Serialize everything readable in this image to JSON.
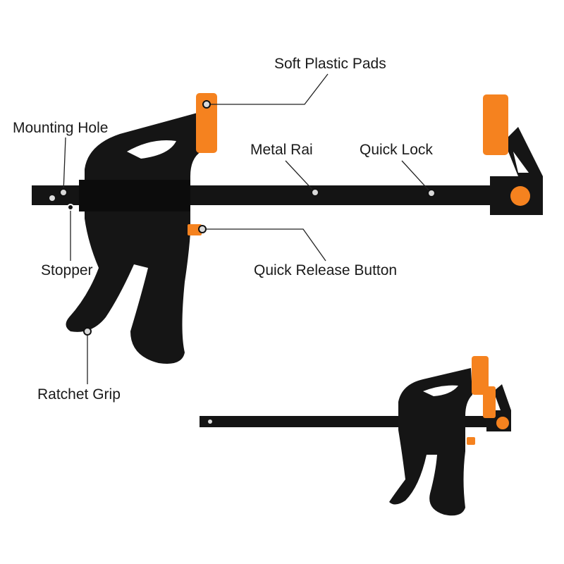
{
  "labels": {
    "soft_plastic_pads": "Soft Plastic Pads",
    "mounting_hole": "Mounting Hole",
    "metal_rail": "Metal Rai",
    "quick_lock": "Quick Lock",
    "stopper": "Stopper",
    "quick_release_button": "Quick Release Button",
    "ratchet_grip": "Ratchet Grip"
  },
  "colors": {
    "body": "#111111",
    "accent": "#f5821f",
    "leader": "#222222",
    "dot": "#d9d9d9"
  }
}
